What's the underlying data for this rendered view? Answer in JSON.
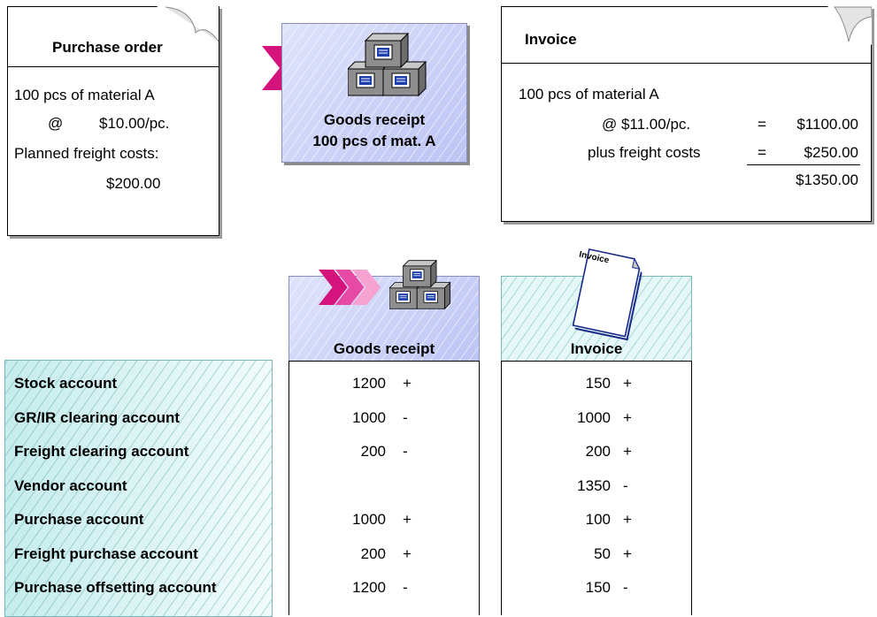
{
  "purchase_order": {
    "title": "Purchase order",
    "line1": "100 pcs of material A",
    "at": "@",
    "price": "$10.00/pc.",
    "line3": "Planned freight costs:",
    "freight": "$200.00"
  },
  "goods_receipt_top": {
    "line1": "Goods receipt",
    "line2": "100 pcs of mat. A"
  },
  "invoice_doc": {
    "title": "Invoice",
    "line1": "100 pcs of material A",
    "price": "@ $11.00/pc.",
    "eq1": "=",
    "amount1": "$1100.00",
    "freight_label": "plus freight costs",
    "eq2": "=",
    "amount2": "$250.00",
    "total": "$1350.00"
  },
  "invoice_icon_label": "Invoice",
  "table": {
    "col_goods_receipt": "Goods receipt",
    "col_invoice": "Invoice",
    "rows": [
      {
        "label": "Stock account",
        "gr_value": "1200",
        "gr_sign": "+",
        "inv_value": "150",
        "inv_sign": "+"
      },
      {
        "label": "GR/IR clearing account",
        "gr_value": "1000",
        "gr_sign": "-",
        "inv_value": "1000",
        "inv_sign": "+"
      },
      {
        "label": "Freight clearing account",
        "gr_value": "200",
        "gr_sign": "-",
        "inv_value": "200",
        "inv_sign": "+"
      },
      {
        "label": "Vendor account",
        "gr_value": "",
        "gr_sign": "",
        "inv_value": "1350",
        "inv_sign": "-"
      },
      {
        "label": "Purchase account",
        "gr_value": "1000",
        "gr_sign": "+",
        "inv_value": "100",
        "inv_sign": "+"
      },
      {
        "label": "Freight purchase account",
        "gr_value": "200",
        "gr_sign": "+",
        "inv_value": "50",
        "inv_sign": "+"
      },
      {
        "label": "Purchase offsetting account",
        "gr_value": "1200",
        "gr_sign": "-",
        "inv_value": "150",
        "inv_sign": "-"
      }
    ]
  },
  "colors": {
    "arrow_dark": "#d4147c",
    "arrow_light": "#f06cb8",
    "box_gray": "#8e8e8e"
  }
}
